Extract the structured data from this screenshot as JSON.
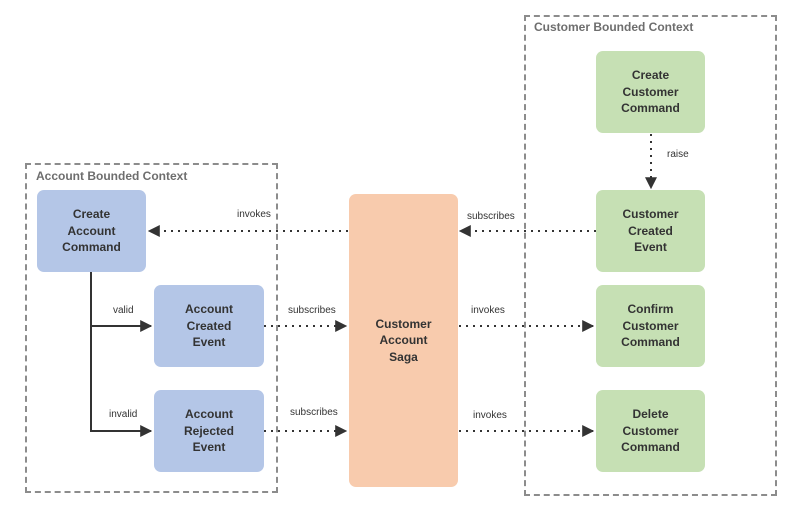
{
  "contexts": {
    "account": {
      "title": "Account Bounded Context"
    },
    "customer": {
      "title": "Customer Bounded Context"
    }
  },
  "nodes": {
    "create_account_command": {
      "lines": [
        "Create",
        "Account",
        "Command"
      ],
      "color": "#b4c6e7"
    },
    "account_created_event": {
      "lines": [
        "Account",
        "Created",
        "Event"
      ],
      "color": "#b4c6e7"
    },
    "account_rejected_event": {
      "lines": [
        "Account",
        "Rejected",
        "Event"
      ],
      "color": "#b4c6e7"
    },
    "customer_account_saga": {
      "lines": [
        "Customer",
        "Account",
        "Saga"
      ],
      "color": "#f8cbad"
    },
    "create_customer_command": {
      "lines": [
        "Create",
        "Customer",
        "Command"
      ],
      "color": "#c6e0b4"
    },
    "customer_created_event": {
      "lines": [
        "Customer",
        "Created",
        "Event"
      ],
      "color": "#c6e0b4"
    },
    "confirm_customer_command": {
      "lines": [
        "Confirm",
        "Customer",
        "Command"
      ],
      "color": "#c6e0b4"
    },
    "delete_customer_command": {
      "lines": [
        "Delete",
        "Customer",
        "Command"
      ],
      "color": "#c6e0b4"
    }
  },
  "edges": {
    "valid": "valid",
    "invalid": "invalid",
    "subscribes_created": "subscribes",
    "subscribes_rejected": "subscribes",
    "invokes_create_account": "invokes",
    "subscribes_customer_created": "subscribes",
    "invokes_confirm": "invokes",
    "invokes_delete": "invokes",
    "raise": "raise"
  },
  "colors": {
    "border": "#8c8c8c",
    "arrow": "#333333"
  }
}
